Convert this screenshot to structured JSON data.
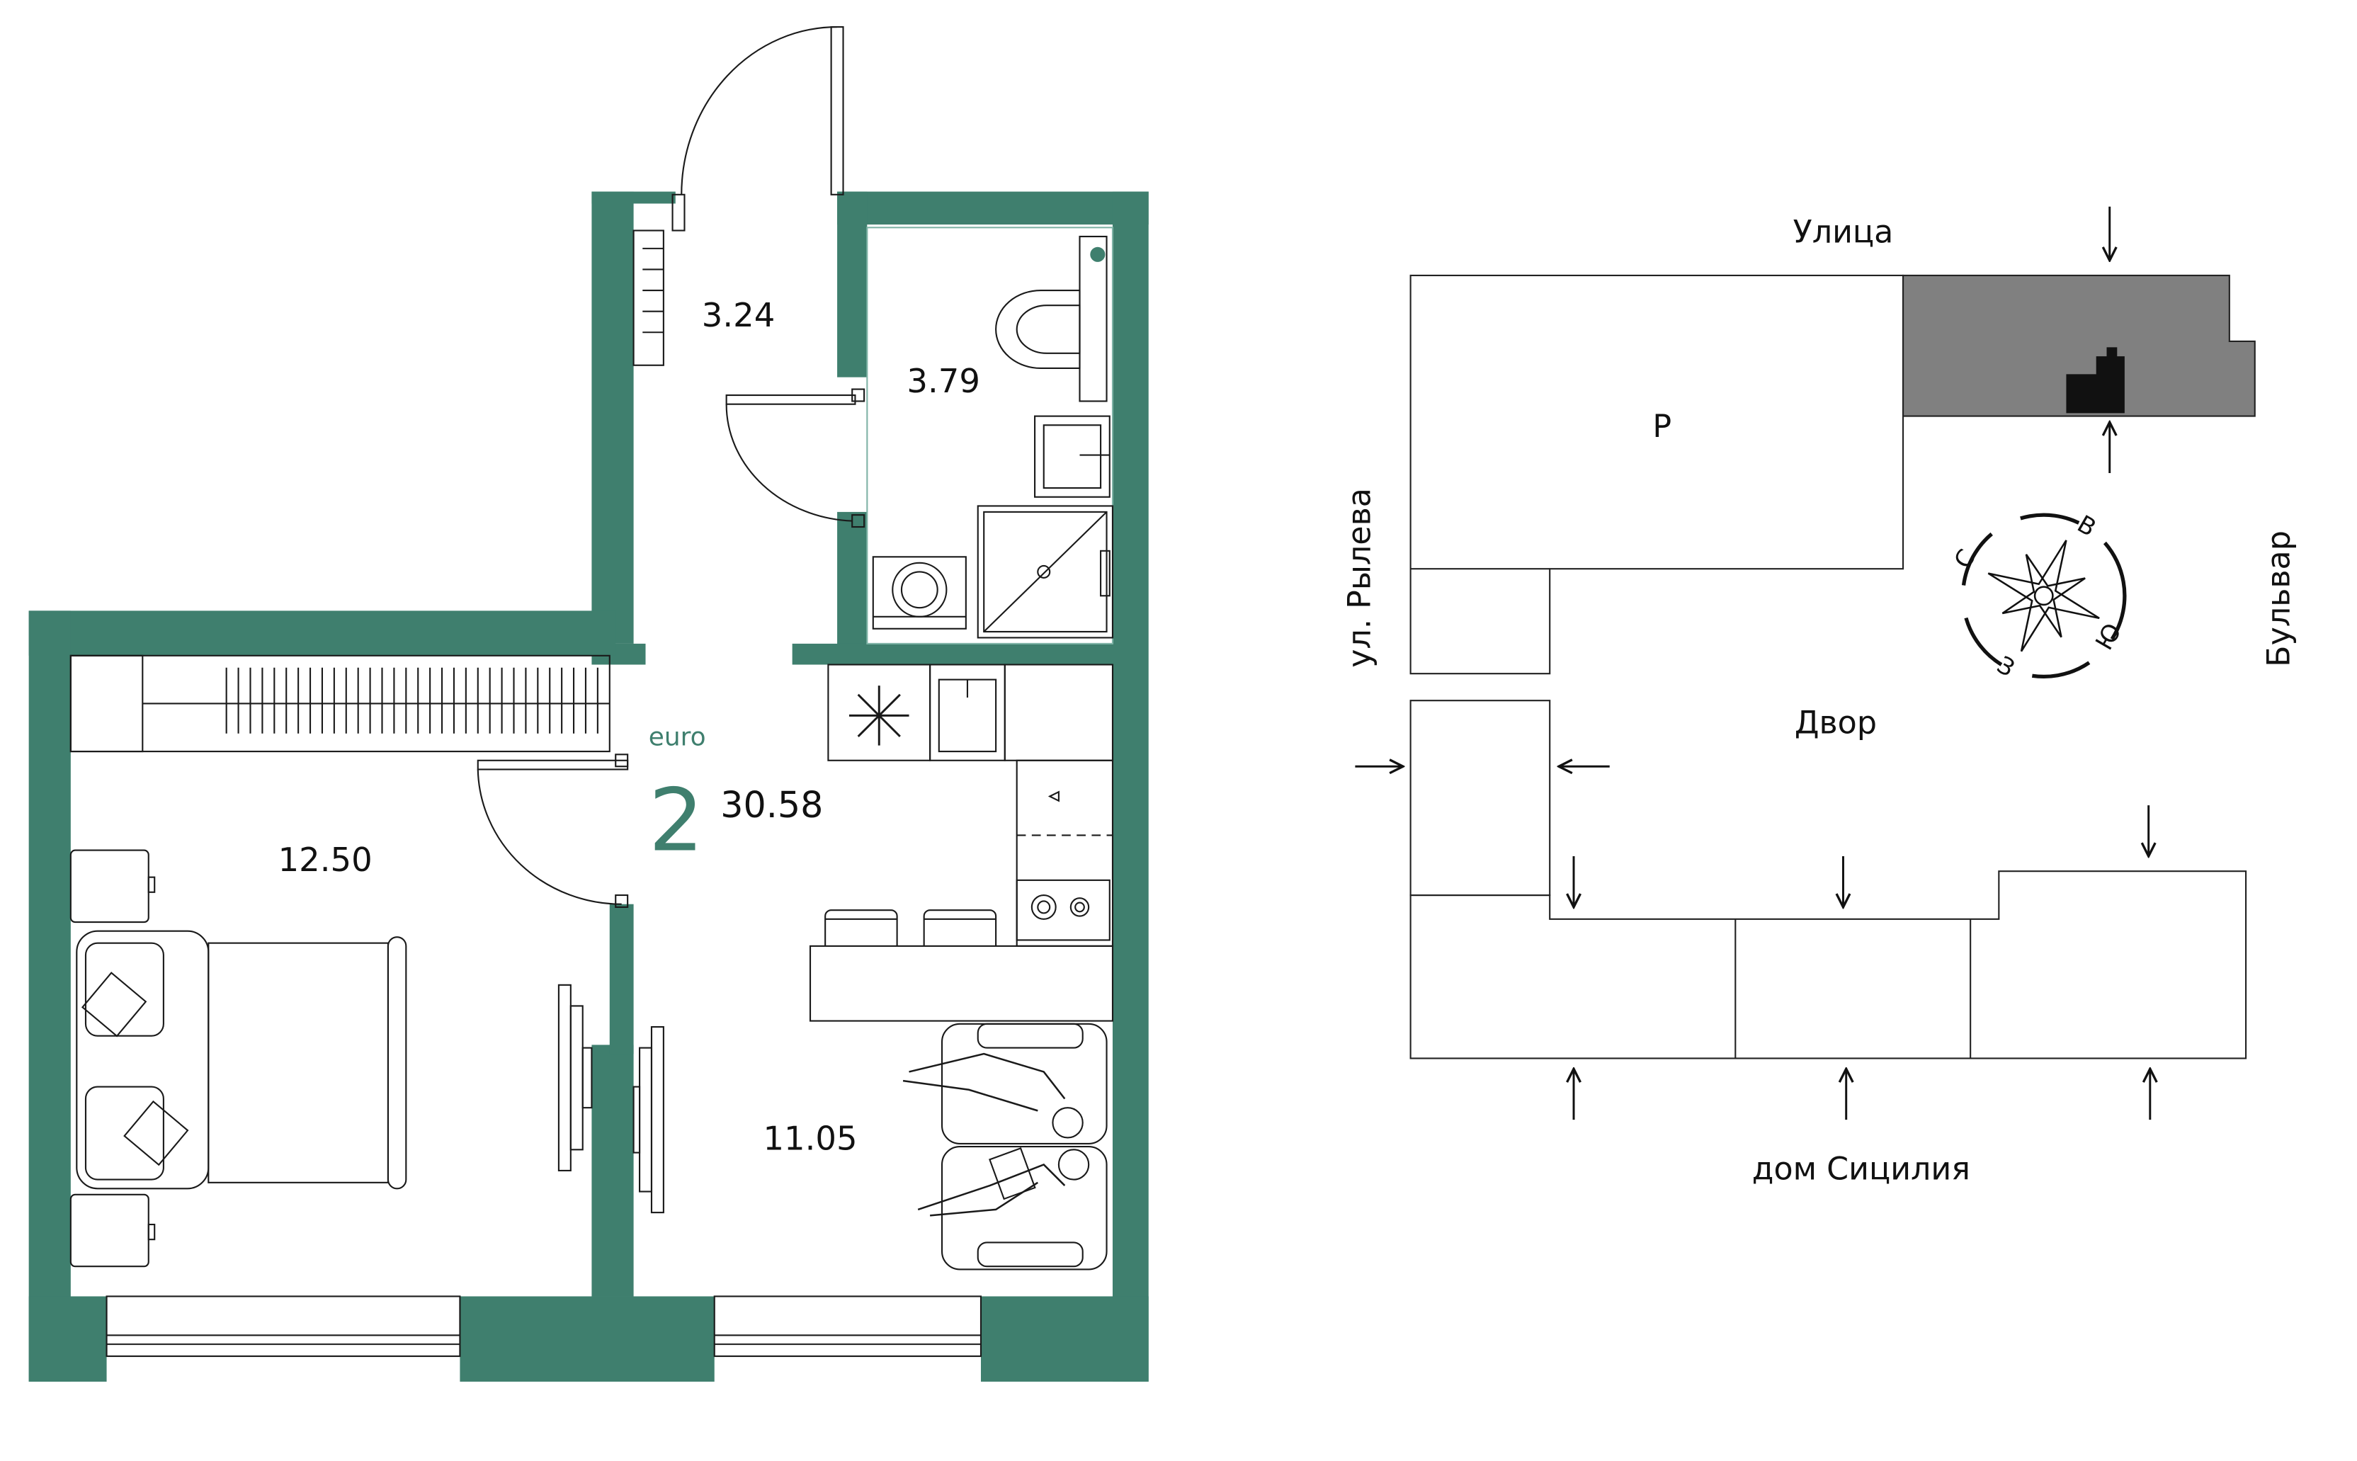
{
  "colors": {
    "wall": "#3f7f6e",
    "line": "#1a1a1a",
    "accent": "#3f7f6e",
    "highlight_section": "#808080",
    "apartment_marker": "#111111"
  },
  "floor_plan": {
    "unit": {
      "type_label": "euro",
      "rooms": "2",
      "total_area": "30.58"
    },
    "room_areas": {
      "hallway": "3.24",
      "bathroom": "3.79",
      "bedroom": "12.50",
      "kitchen_living": "11.05"
    }
  },
  "site_plan": {
    "street_top": "Улица",
    "street_left": "ул. Рылева",
    "street_right": "Бульвар",
    "courtyard": "Двор",
    "neighbor_bottom": "дом Сицилия",
    "building_label": "Р",
    "compass": {
      "north": "С",
      "east": "В",
      "south": "Ю",
      "west": "З"
    }
  }
}
